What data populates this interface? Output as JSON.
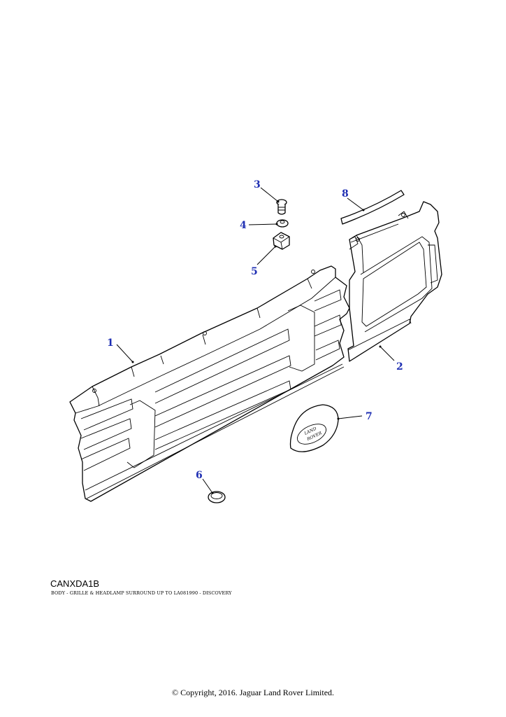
{
  "diagram": {
    "callouts": [
      "1",
      "2",
      "3",
      "4",
      "5",
      "6",
      "7",
      "8"
    ],
    "badge_text_line1": "LAND",
    "badge_text_line2": "ROVER"
  },
  "caption": {
    "code": "CANXDA1B",
    "description": "BODY - GRILLE & HEADLAMP SURROUND UP TO LA081990 - DISCOVERY"
  },
  "footer": {
    "copyright": "© Copyright, 2016. Jaguar Land Rover Limited."
  },
  "colors": {
    "callout": "#1f2fb3",
    "line": "#000000",
    "background": "#ffffff"
  }
}
